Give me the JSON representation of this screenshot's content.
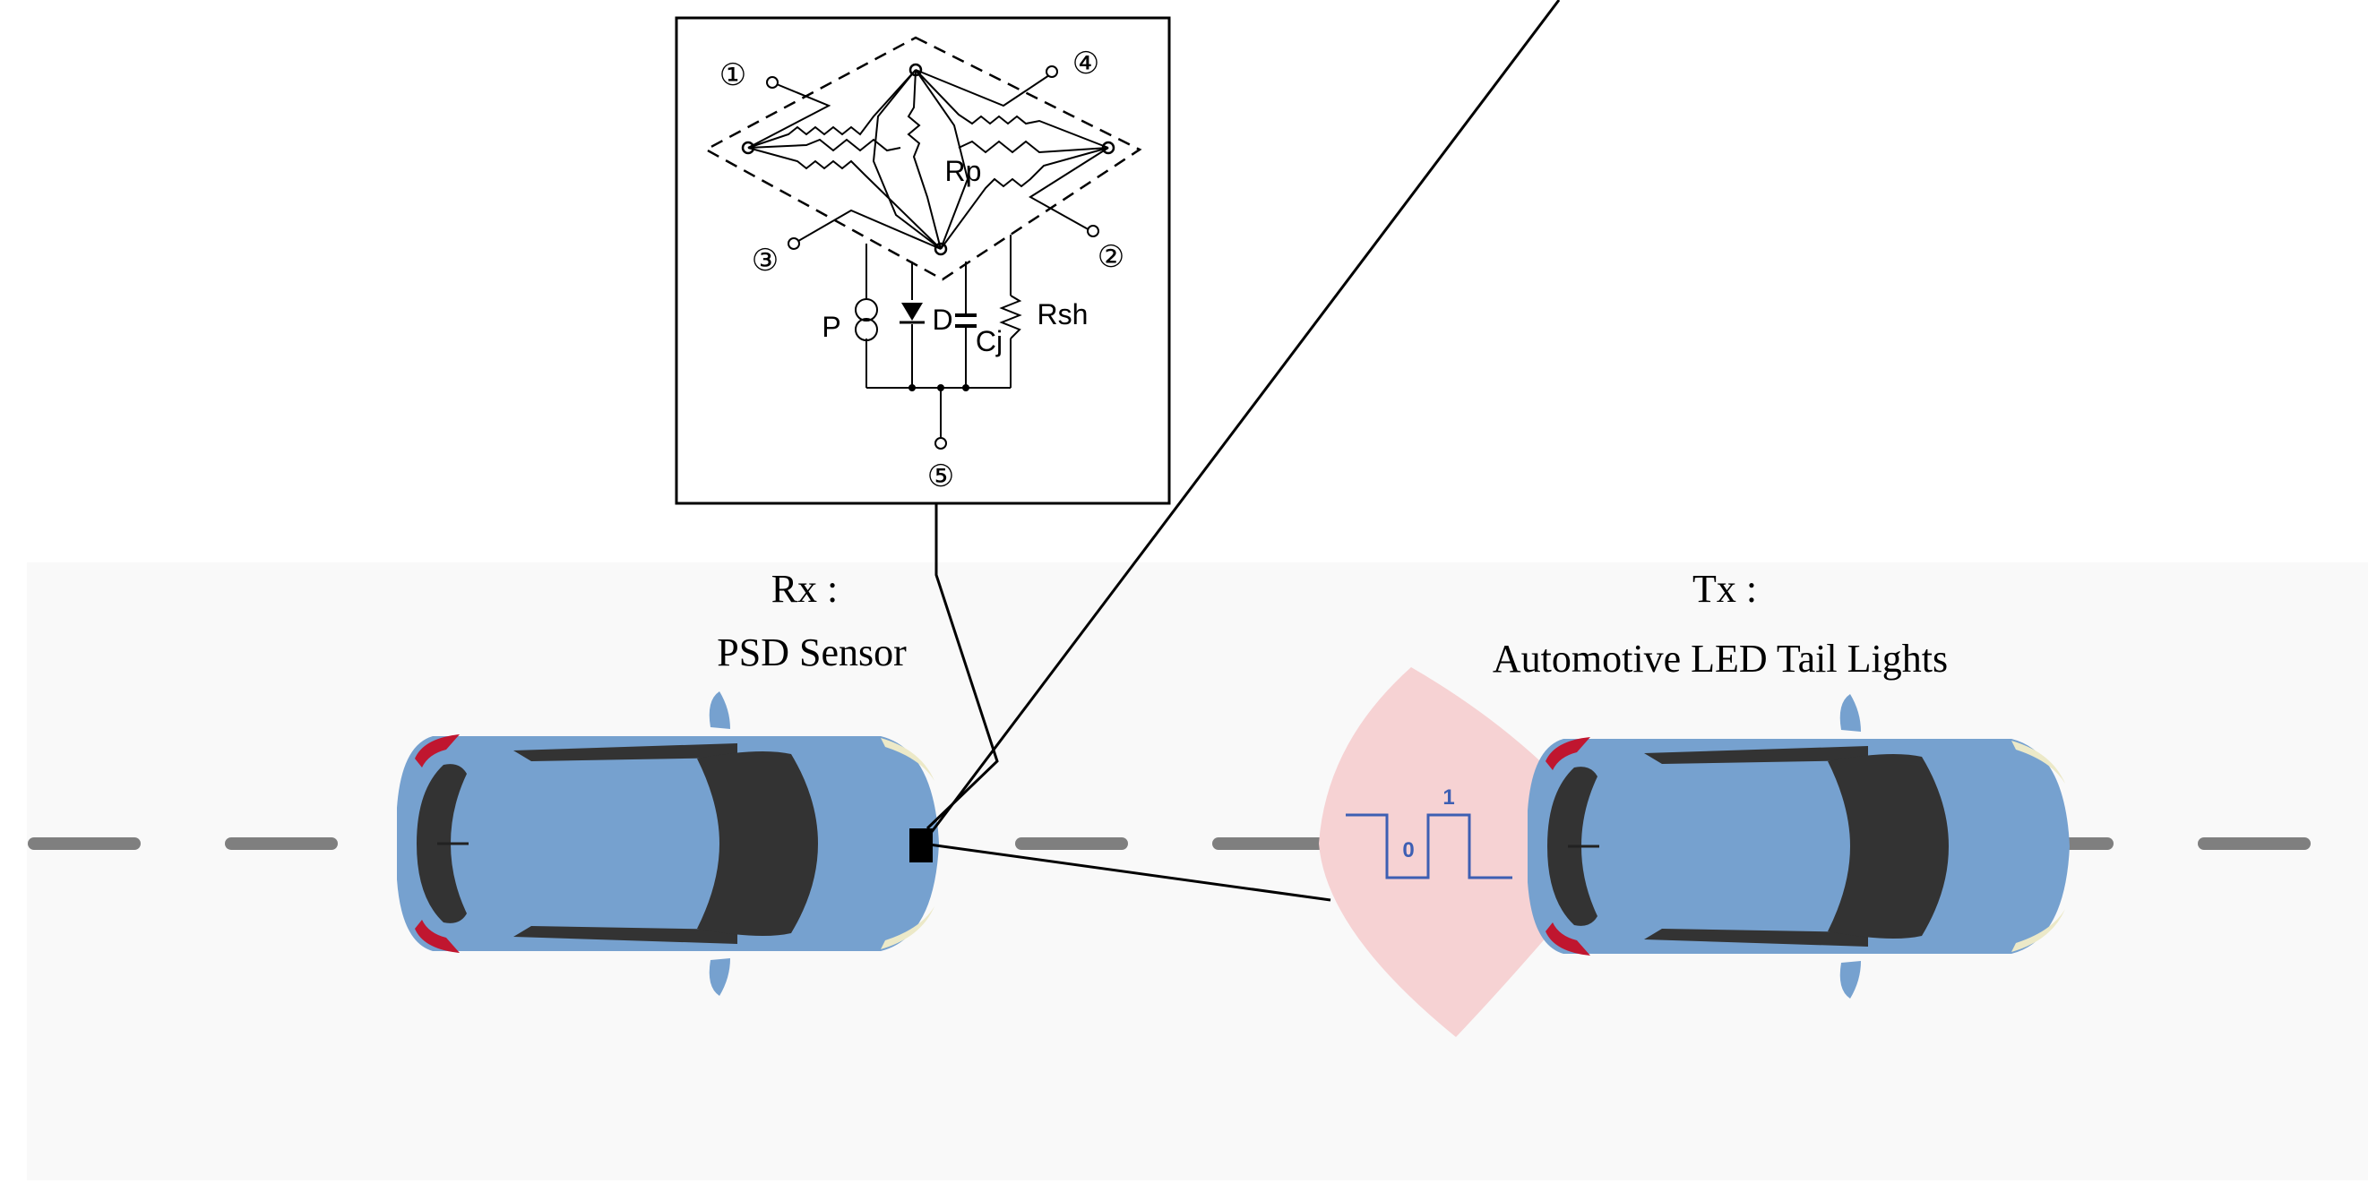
{
  "labels": {
    "rx_line1": "Rx :",
    "rx_line2": "PSD Sensor",
    "tx_line1": "Tx :",
    "tx_line2": "Automotive LED Tail Lights"
  },
  "circuit": {
    "terminals": [
      "①",
      "④",
      "③",
      "②",
      "⑤"
    ],
    "rp": "Rp",
    "p": "P",
    "d": "D",
    "cj": "Cj",
    "rsh": "Rsh"
  },
  "signal": {
    "bit0": "0",
    "bit1": "1"
  },
  "colors": {
    "road": "#f9f9f9",
    "lane_dash": "#7f7f7f",
    "car_body": "#76a1cf",
    "car_window": "#333333",
    "tail_light": "#c0162f",
    "beam": "#f6d2d3",
    "signal": "#3d5fb3",
    "line": "#000000"
  }
}
